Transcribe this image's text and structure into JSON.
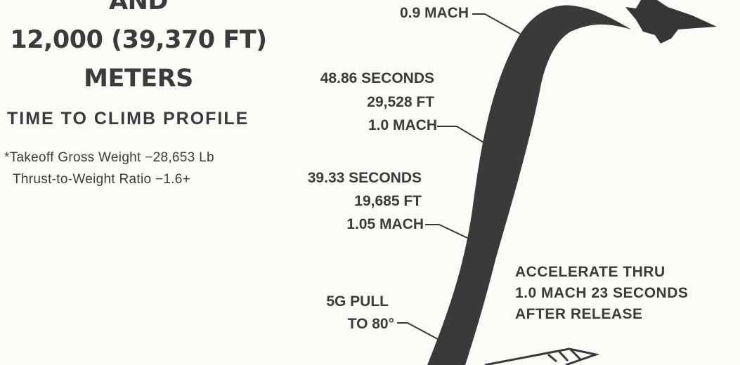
{
  "title": {
    "line1": "AND",
    "line2": "12,000 (39,370 FT)",
    "line3": "METERS",
    "subtitle": "TIME TO CLIMB PROFILE"
  },
  "notes": [
    "*Takeoff Gross Weight −28,653 Lb",
    "Thrust-to-Weight Ratio −1.6+"
  ],
  "points": {
    "top": {
      "mach": "0.9 MACH"
    },
    "p48": {
      "time": "48.86 SECONDS",
      "alt": "29,528 FT",
      "mach": "1.0 MACH"
    },
    "p39": {
      "time": "39.33 SECONDS",
      "alt": "19,685 FT",
      "mach": "1.05 MACH"
    },
    "pull": {
      "line1": "5G PULL",
      "line2": "TO 80°"
    }
  },
  "accelerate": [
    "ACCELERATE THRU",
    "1.0 MACH 23 SECONDS",
    "AFTER RELEASE"
  ],
  "colors": {
    "ink": "#3b3b3b",
    "paper": "#fbfbf8"
  }
}
